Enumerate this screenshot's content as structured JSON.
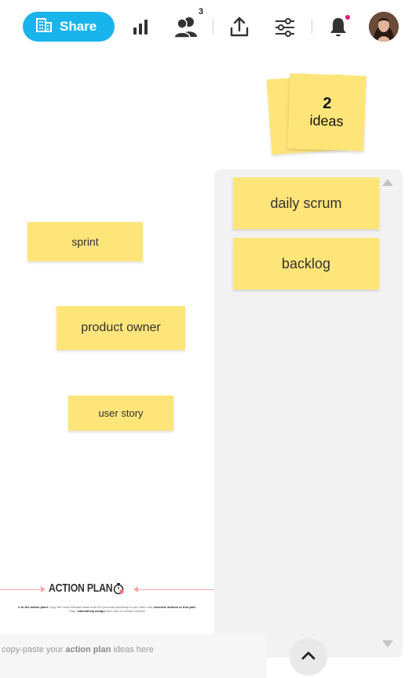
{
  "topbar": {
    "share_label": "Share",
    "participants_count": "3"
  },
  "colors": {
    "share": "#19b4ec",
    "sticky": "#fee57a",
    "notification_dot": "#e5197a",
    "panel_bg": "#f2f2f2"
  },
  "idea_stack": {
    "count": "2",
    "label": "ideas"
  },
  "canvas_stickies": [
    {
      "text": "sprint"
    },
    {
      "text": "product owner"
    },
    {
      "text": "user story"
    }
  ],
  "panel_stickies": [
    {
      "text": "daily scrum"
    },
    {
      "text": "backlog"
    }
  ],
  "action_plan": {
    "title": "ACTION PLAN",
    "desc_start": "n to the action plan!",
    "desc_mid": " Copy the most relevant ideas from the previous workshop to turn them into ",
    "desc_bold": "concrete actions in this part.",
    "desc_line2_start": "Then, ",
    "desc_line2_bold": "collectively assign",
    "desc_line2_end": " each one to a team member.",
    "input_prefix": "copy-paste your ",
    "input_bold": "action plan",
    "input_suffix": " ideas here"
  }
}
